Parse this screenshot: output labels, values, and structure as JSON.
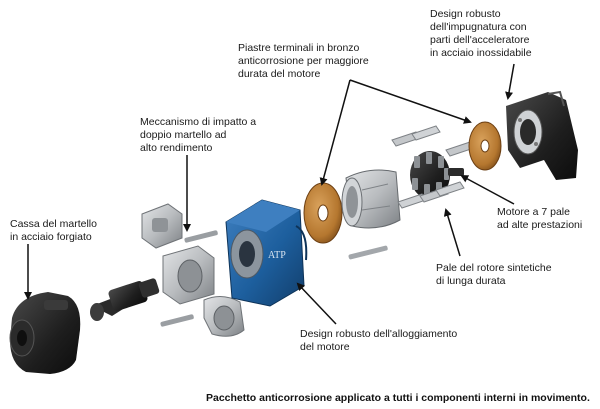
{
  "callouts": {
    "end_plates": "Piastre terminali in bronzo\nanticorrosione per maggiore\ndurata del motore",
    "handle": "Design robusto\ndell'impugnatura con\nparti dell'acceleratore\nin acciaio inossidabile",
    "impact": "Meccanismo di impatto a\ndoppio martello ad\nalto rendimento",
    "hammer_case": "Cassa del martello\nin acciaio forgiato",
    "motor": "Motore a 7 pale\nad alte prestazioni",
    "vanes": "Pale del rotore sintetiche\ndi lunga durata",
    "housing": "Design robusto dell'alloggiamento\ndel motore"
  },
  "housing_brand": "ATP",
  "footer": "Pacchetto anticorrosione applicato a tutti i componenti interni in movimento.",
  "colors": {
    "housing_blue": "#1d5f9e",
    "bronze": "#b5772f",
    "black_part": "#1e1e1e",
    "steel": "#b9bcbf",
    "arrow": "#111111"
  }
}
